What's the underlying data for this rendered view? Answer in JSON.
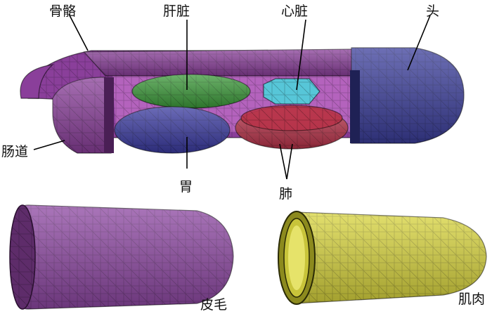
{
  "labels": {
    "bone": "骨骼",
    "liver": "肝脏",
    "heart": "心脏",
    "head": "头",
    "intestine": "肠道",
    "stomach": "胃",
    "lung": "肺",
    "skin": "皮毛",
    "muscle": "肌肉"
  },
  "colors": {
    "bone": "#8a3f9a",
    "liver": "#3c9a3a",
    "heart": "#57c6d8",
    "head": "#3c3f9c",
    "intestine": "#8a3f9a",
    "stomach": "#3a3aa0",
    "lung": "#b8334a",
    "skin": "#8e48a3",
    "muscle": "#d9d53e"
  }
}
